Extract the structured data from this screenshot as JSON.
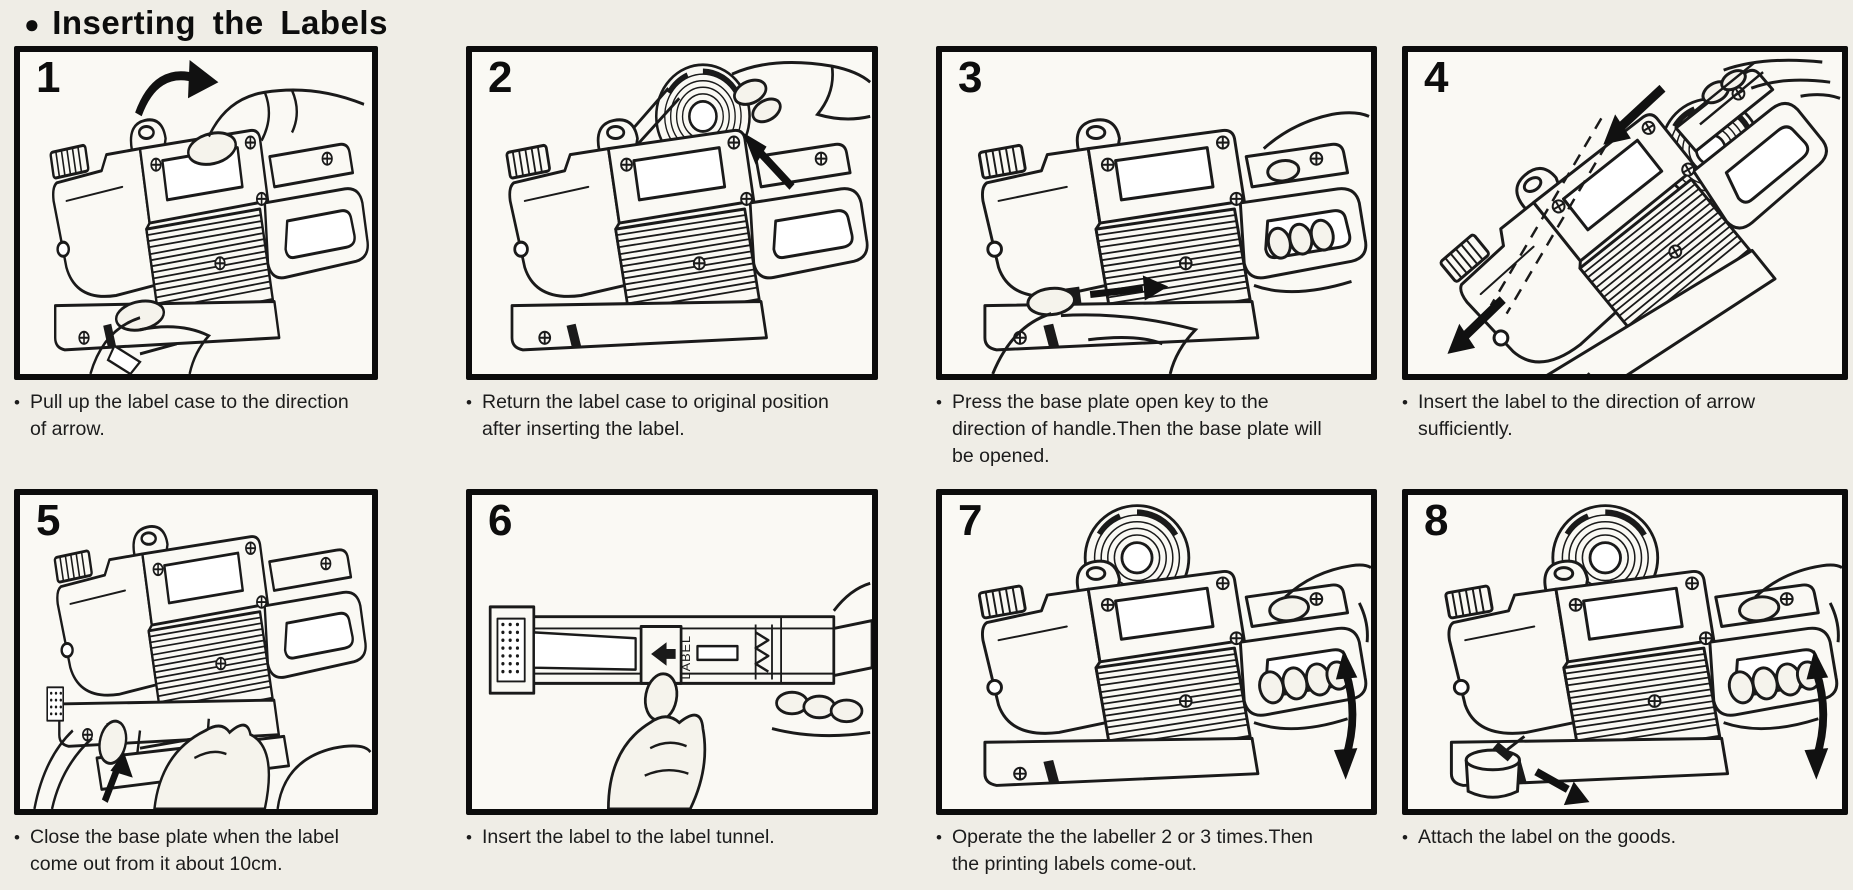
{
  "page": {
    "title": "Inserting the Labels",
    "title_bullet": "●",
    "caption_bullet": "•"
  },
  "panels": [
    {
      "number": "1",
      "caption": "Pull up the label case to the direction of arrow."
    },
    {
      "number": "2",
      "caption": "Return the label case to original position after inserting the label."
    },
    {
      "number": "3",
      "caption": "Press the base plate open key to the direction of handle.Then the base plate will be opened."
    },
    {
      "number": "4",
      "caption": "Insert the label to the direction of arrow sufficiently."
    },
    {
      "number": "5",
      "caption": "Close the base plate when the label come out from it about 10cm."
    },
    {
      "number": "6",
      "caption": "Insert the label to the label tunnel.",
      "label_tag": "LABEL"
    },
    {
      "number": "7",
      "caption": "Operate the the labeller 2 or 3 times.Then the printing labels come-out."
    },
    {
      "number": "8",
      "caption": "Attach the label on the goods."
    }
  ]
}
